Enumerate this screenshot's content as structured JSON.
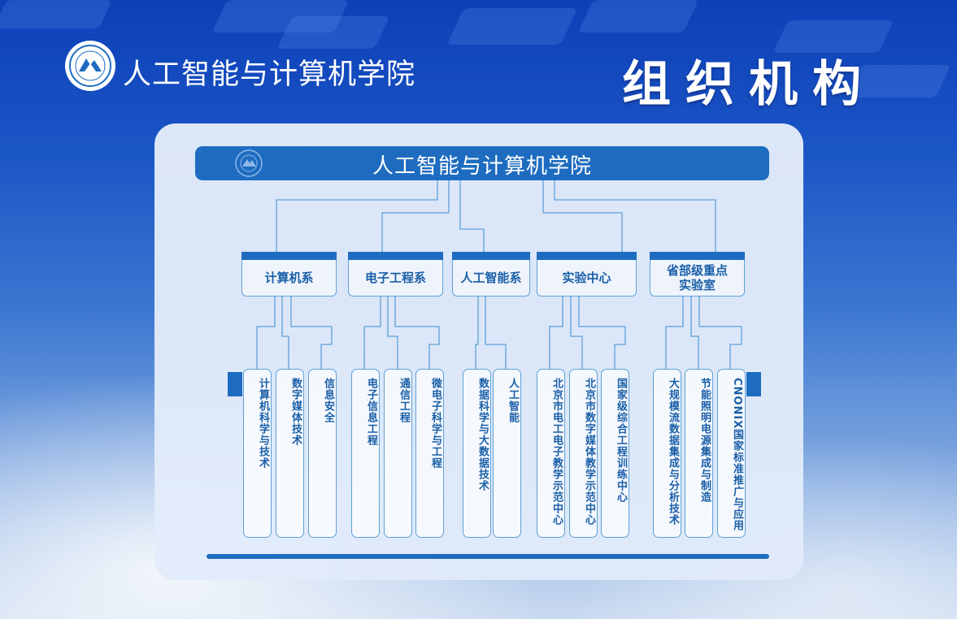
{
  "header": {
    "institution": "人工智能与计算机学院",
    "page_title": "组织机构"
  },
  "org": {
    "root": "人工智能与计算机学院",
    "departments": [
      {
        "name": "计算机系",
        "subs": [
          "计算机科学与技术",
          "数字媒体技术",
          "信息安全"
        ]
      },
      {
        "name": "电子工程系",
        "subs": [
          "电子信息工程",
          "通信工程",
          "微电子科学与工程"
        ]
      },
      {
        "name": "人工智能系",
        "subs": [
          "数据科学与大数据技术",
          "人工智能"
        ]
      },
      {
        "name": "实验中心",
        "subs": [
          "北京市电工电子教学示范中心",
          "北京市数字媒体教学示范中心",
          "国家级综合工程训练中心"
        ]
      },
      {
        "name": "省部级重点实验室",
        "subs": [
          "大规模流数据集成与分析技术",
          "节能照明电源集成与制造",
          "CNONIX国家标准推广与应用"
        ]
      }
    ]
  },
  "colors": {
    "accent": "#1e6cc0",
    "text_blue": "#1a5fa8",
    "line": "#5ea0d8"
  }
}
